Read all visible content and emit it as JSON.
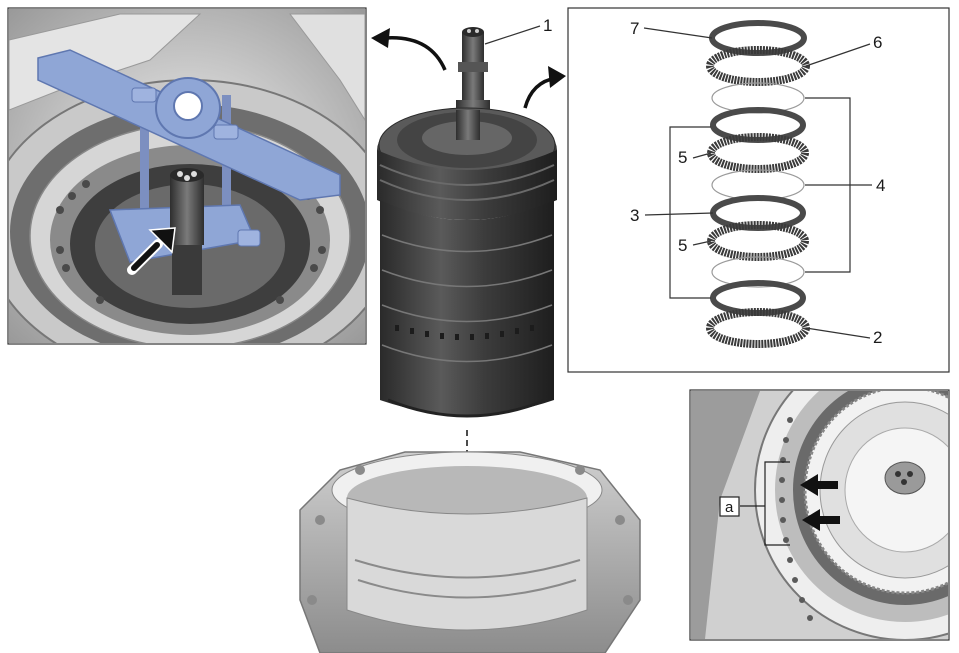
{
  "callouts": {
    "c1": "1",
    "c2": "2",
    "c3": "3",
    "c4": "4",
    "c5a": "5",
    "c5b": "5",
    "c6": "6",
    "c7": "7",
    "ca": "a"
  },
  "colors": {
    "tool_blue": "#8fa6d6",
    "tool_blue_dark": "#5f77b0",
    "casing_light": "#dcdcdc",
    "casing_mid": "#a9a9a9",
    "drum_dark": "#3a3a3a",
    "arrow": "#111111",
    "frame": "#333333"
  },
  "icons": {
    "removal_arrow_left": "curved-arrow-icon",
    "removal_arrow_right": "curved-arrow-icon",
    "pointer_arrow": "arrow-icon"
  }
}
